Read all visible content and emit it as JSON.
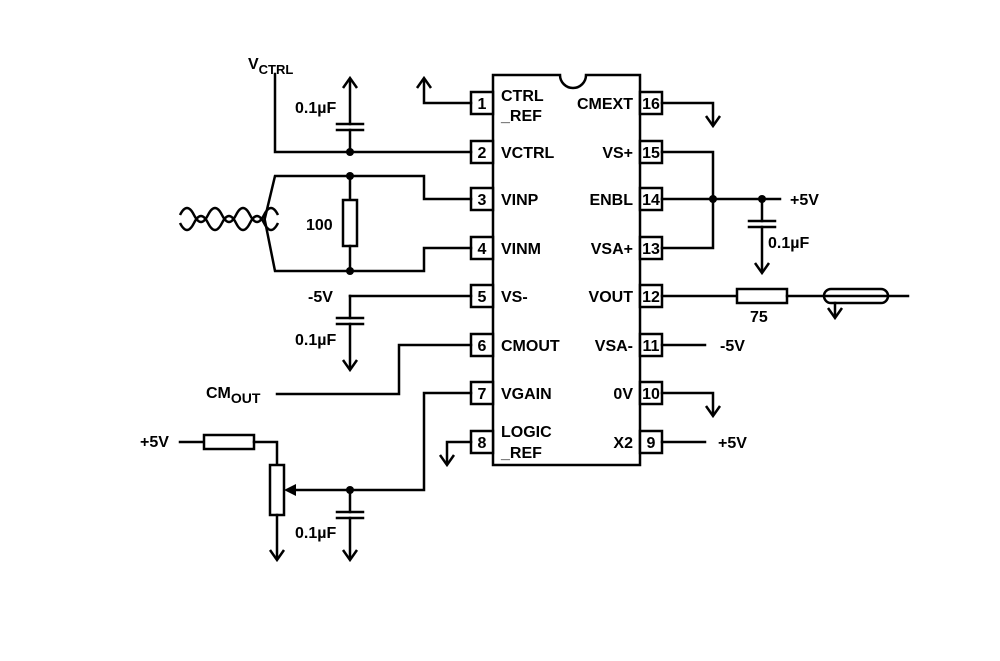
{
  "ic": {
    "left_pins": [
      {
        "num": "1",
        "name1": "CTRL",
        "name2": "_REF"
      },
      {
        "num": "2",
        "name1": "VCTRL"
      },
      {
        "num": "3",
        "name1": "VINP"
      },
      {
        "num": "4",
        "name1": "VINM"
      },
      {
        "num": "5",
        "name1": "VS-"
      },
      {
        "num": "6",
        "name1": "CMOUT"
      },
      {
        "num": "7",
        "name1": "VGAIN"
      },
      {
        "num": "8",
        "name1": "LOGIC",
        "name2": "_REF"
      }
    ],
    "right_pins": [
      {
        "num": "16",
        "name1": "CMEXT"
      },
      {
        "num": "15",
        "name1": "VS+"
      },
      {
        "num": "14",
        "name1": "ENBL"
      },
      {
        "num": "13",
        "name1": "VSA+"
      },
      {
        "num": "12",
        "name1": "VOUT"
      },
      {
        "num": "11",
        "name1": "VSA-"
      },
      {
        "num": "10",
        "name1": "0V"
      },
      {
        "num": "9",
        "name1": "X2"
      }
    ]
  },
  "labels": {
    "vctrl_main": "V",
    "vctrl_sub": "CTRL",
    "cap_vctrl": "0.1µF",
    "resistor_100": "100",
    "neg5v_vs": "-5V",
    "cap_vs": "0.1µF",
    "cmout_main": "CM",
    "cmout_sub": "OUT",
    "pos5v_pot": "+5V",
    "cap_vgain": "0.1µF",
    "pos5v_enbl": "+5V",
    "cap_enbl": "0.1µF",
    "resistor_75": "75",
    "neg5v_vsa": "-5V",
    "pos5v_x2": "+5V"
  }
}
